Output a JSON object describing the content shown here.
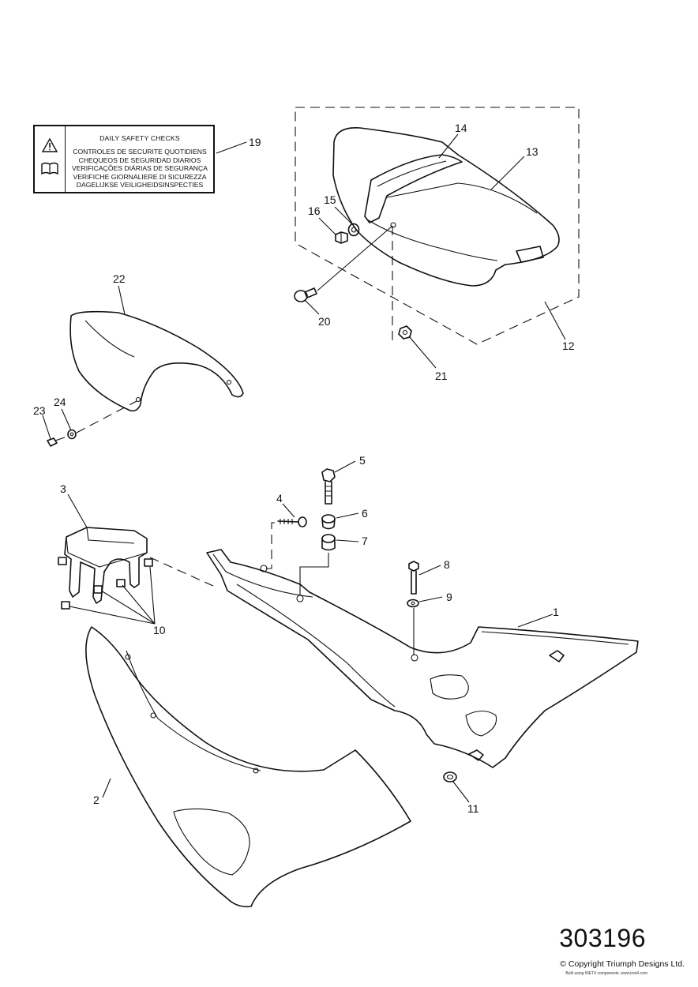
{
  "diagram_id": "303196",
  "copyright": "© Copyright Triumph Designs Ltd.",
  "built_by": "Built using INET4 components. www.inet4.com",
  "safety_label": {
    "title": "DAILY SAFETY CHECKS",
    "lines": [
      "CONTROLES DE SECURITE QUOTIDIENS",
      "CHEQUEOS DE SEGURIDAD DIARIOS",
      "VERIFICAÇÕES DIÁRIAS DE SEGURANÇA",
      "VERIFICHE GIORNALIERE DI SICUREZZA",
      "DAGELIJKSE VEILIGHEIDSINSPECTIES"
    ],
    "icons": [
      "warning-triangle-icon",
      "open-book-icon"
    ]
  },
  "callouts": {
    "c1": "1",
    "c2": "2",
    "c3": "3",
    "c4": "4",
    "c5": "5",
    "c6": "6",
    "c7": "7",
    "c8": "8",
    "c9": "9",
    "c10": "10",
    "c11": "11",
    "c12": "12",
    "c13": "13",
    "c14": "14",
    "c15": "15",
    "c16": "16",
    "c19": "19",
    "c20": "20",
    "c21": "21",
    "c22": "22",
    "c23": "23",
    "c24": "24"
  }
}
